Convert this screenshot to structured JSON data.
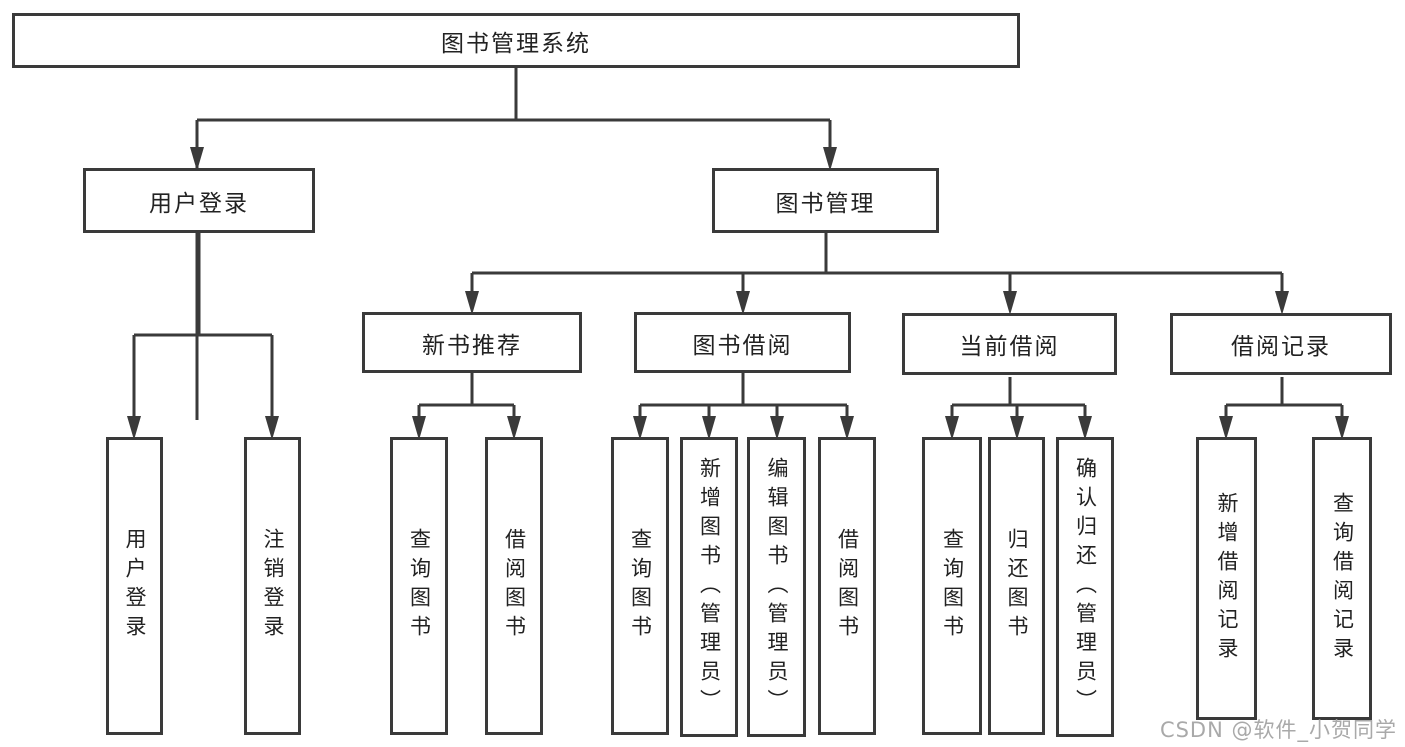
{
  "colors": {
    "background": "#ffffff",
    "line": "#3a3a3a",
    "box_border": "#3a3a3a",
    "text": "#222222",
    "watermark": "#a9a9a9"
  },
  "watermark": {
    "text": "CSDN @软件_小贺同学"
  },
  "tree": {
    "root": {
      "label": "图书管理系统"
    },
    "branches": [
      {
        "label": "用户登录",
        "children": [
          {
            "label": "用户登录"
          },
          {
            "label": "注销登录"
          }
        ]
      },
      {
        "label": "图书管理",
        "children": [
          {
            "label": "新书推荐",
            "children": [
              {
                "label": "查询图书"
              },
              {
                "label": "借阅图书"
              }
            ]
          },
          {
            "label": "图书借阅",
            "children": [
              {
                "label": "查询图书"
              },
              {
                "label": "新增图书（管理员）"
              },
              {
                "label": "编辑图书（管理员）"
              },
              {
                "label": "借阅图书"
              }
            ]
          },
          {
            "label": "当前借阅",
            "children": [
              {
                "label": "查询图书"
              },
              {
                "label": "归还图书"
              },
              {
                "label": "确认归还（管理员）"
              }
            ]
          },
          {
            "label": "借阅记录",
            "children": [
              {
                "label": "新增借阅记录"
              },
              {
                "label": "查询借阅记录"
              }
            ]
          }
        ]
      }
    ]
  }
}
